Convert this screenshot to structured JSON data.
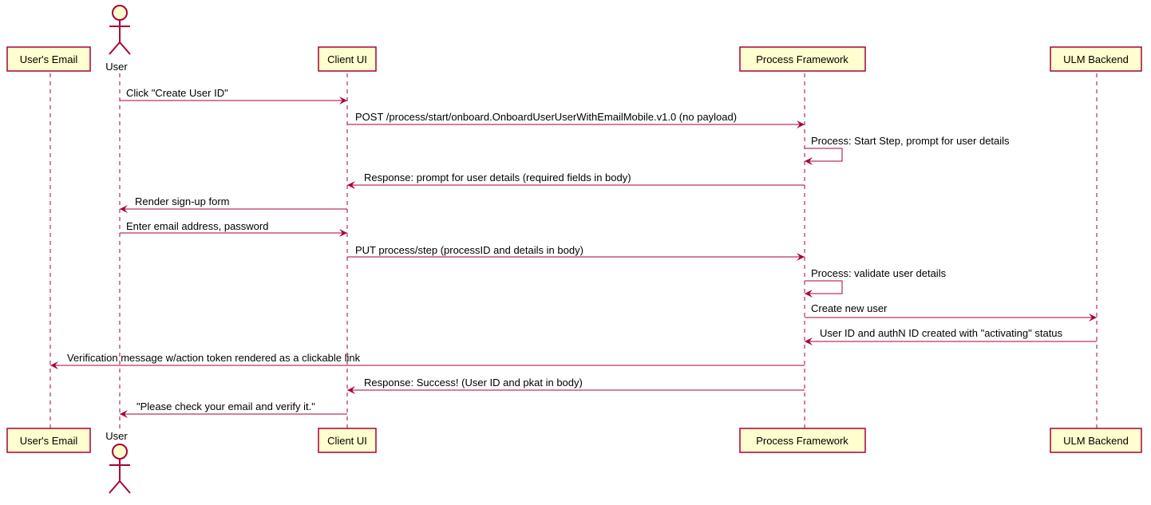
{
  "participants": {
    "email": "User's Email",
    "user": "User",
    "client": "Client UI",
    "process": "Process Framework",
    "ulm": "ULM Backend"
  },
  "messages": [
    "Click \"Create User ID\"",
    "POST /process/start/onboard.OnboardUserUserWithEmailMobile.v1.0 (no payload)",
    "Process: Start Step, prompt for user details",
    "Response: prompt for user details (required fields in body)",
    "Render sign-up form",
    "Enter email address, password",
    "PUT process/step (processID and details in body)",
    "Process: validate user details",
    "Create new user",
    "User ID and authN ID created with \"activating\" status",
    "Verification message w/action token rendered as a clickable link",
    "Response: Success! (User ID and pkat in body)",
    "\"Please check your email and verify it.\""
  ],
  "colors": {
    "stroke": "#A80036",
    "fill": "#FEFECE"
  }
}
